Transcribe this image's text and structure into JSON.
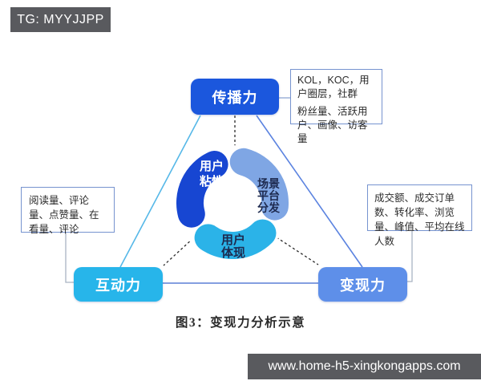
{
  "badge": {
    "text": "TG: MYYJJPP",
    "bg": "#595a5e"
  },
  "watermark": {
    "text": "www.home-h5-xingkongapps.com",
    "bg": "#595a5e"
  },
  "caption": {
    "text": "图3：变现力分析示意"
  },
  "triangle": {
    "top_node": {
      "label": "传播力",
      "color": "#1b57dd"
    },
    "left_node": {
      "label": "互动力",
      "color": "#27b5ea"
    },
    "right_node": {
      "label": "变现力",
      "color": "#5e8fe9"
    }
  },
  "notes": {
    "top_right": {
      "para1": "KOL，KOC，用户圈层，社群",
      "para2": "粉丝量、活跃用户、画像、访客量"
    },
    "left": {
      "text": "阅读量、评论量、点赞量、在看量、评论"
    },
    "right": {
      "text": "成交额、成交订单数、转化率、浏览量、峰值、平均在线人数"
    }
  },
  "cycle": {
    "segments": [
      {
        "name": "user-stickiness",
        "label": "用户\n粘性",
        "color": "#1746d2",
        "text_color": "#ffffff"
      },
      {
        "name": "scene-platform-distribution",
        "label": "场景\n平台\n分发",
        "color": "#7fa6e4",
        "text_color": "#1d2a4f"
      },
      {
        "name": "user-realization",
        "label": "用户\n体现",
        "color": "#2bb3e8",
        "text_color": "#1d2a4f"
      }
    ]
  },
  "line_colors": {
    "triangle_left": "#56b8e8",
    "triangle_right": "#5b83e0",
    "triangle_bottom": "#5c7fd6",
    "connector": "#a9b3c2",
    "node_link": "#8fa6d2",
    "dashed": "#2a2a2a",
    "note_border": "#7693cf"
  }
}
